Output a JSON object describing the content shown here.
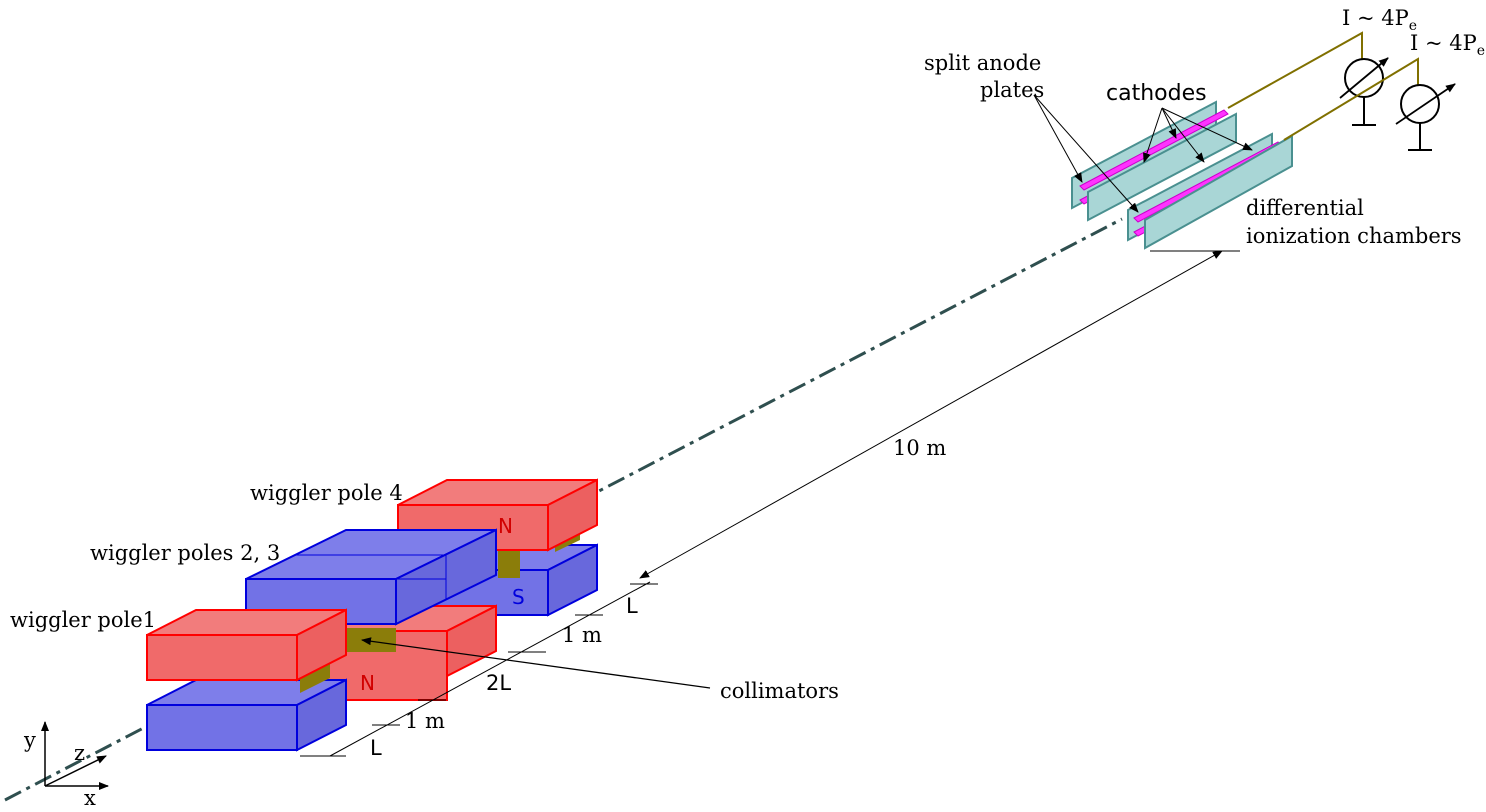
{
  "labels": {
    "pole1": "wiggler pole1",
    "poles23": "wiggler poles 2, 3",
    "pole4": "wiggler pole 4",
    "collimators": "collimators",
    "split_anode_line1": "split anode",
    "split_anode_line2": "plates",
    "cathodes": "cathodes",
    "diff_line1": "differential",
    "diff_line2": "ionization chambers",
    "current1": "I ~ 4P",
    "current2": "I ~ 4P",
    "current_sub": "e",
    "distance_10m": "10 m",
    "dim_L_bottom": "L",
    "dim_1m_bottom": "1 m",
    "dim_2L": "2L",
    "dim_1m_top": "1 m",
    "dim_L_top": "L",
    "pole_N1": "N",
    "pole_N2": "N",
    "pole_S": "S",
    "axis_x": "x",
    "axis_y": "y",
    "axis_z": "z"
  },
  "colors": {
    "north_pole": "#f06a6a",
    "south_pole": "#7272e6",
    "collimator": "#8b7d0a",
    "anode_plate": "#a9d6d6",
    "cathode": "#ff33ff",
    "beam_line": "#2f4f4f"
  }
}
